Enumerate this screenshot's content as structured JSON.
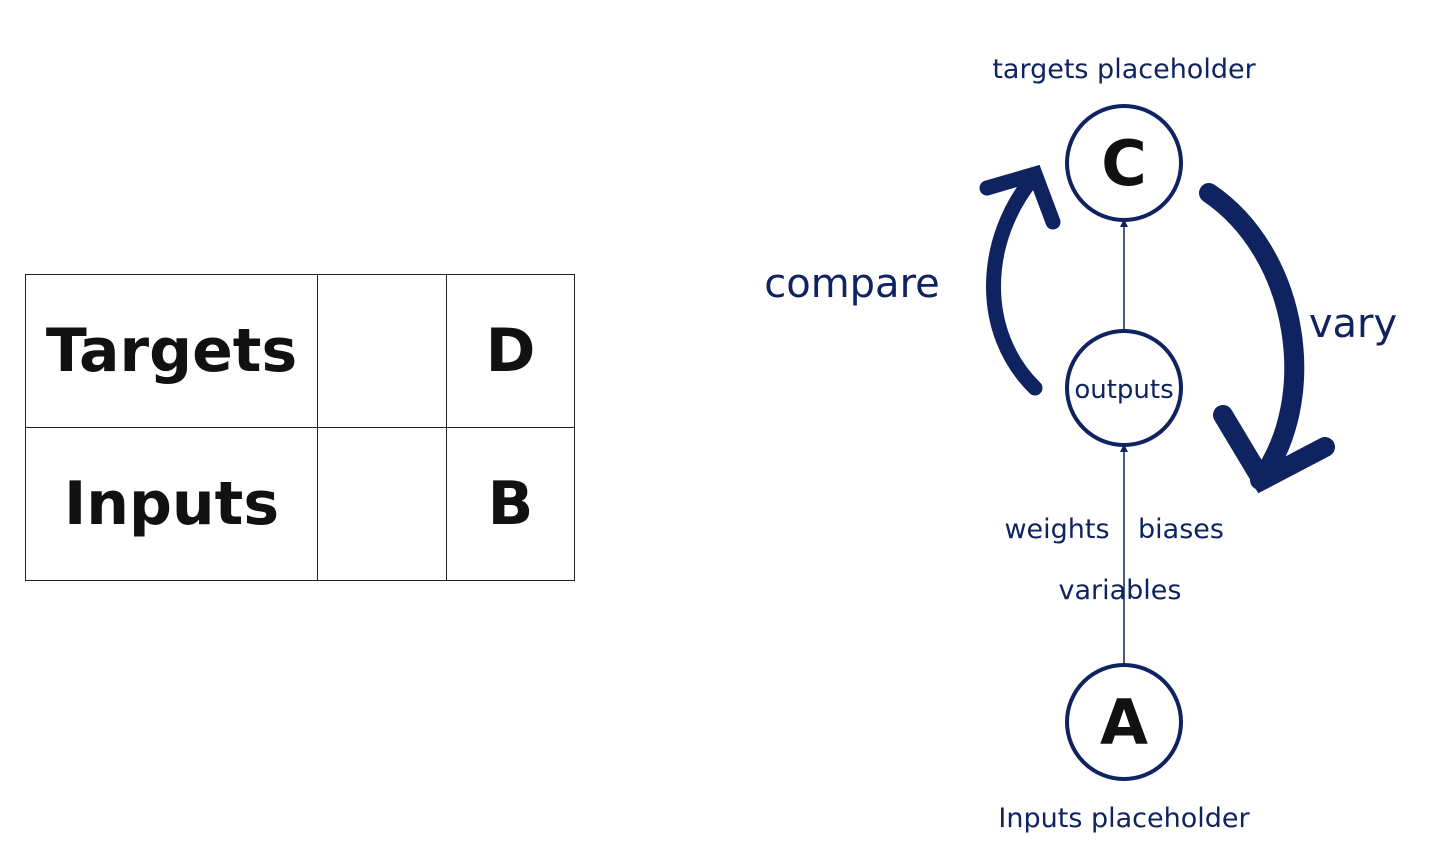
{
  "colors": {
    "diagram": "#0f2360",
    "table_border": "#222222",
    "table_text": "#111111",
    "background": "#ffffff"
  },
  "table": {
    "rows": [
      {
        "label": "Targets",
        "middle": "",
        "letter": "D"
      },
      {
        "label": "Inputs",
        "middle": "",
        "letter": "B"
      }
    ]
  },
  "diagram": {
    "top_node": {
      "letter": "C",
      "caption": "targets placeholder"
    },
    "middle_node": {
      "label": "outputs"
    },
    "bottom_node": {
      "letter": "A",
      "caption": "Inputs placeholder"
    },
    "labels": {
      "compare": "compare",
      "vary": "vary",
      "weights": "weights",
      "biases": "biases",
      "variables": "variables"
    }
  }
}
